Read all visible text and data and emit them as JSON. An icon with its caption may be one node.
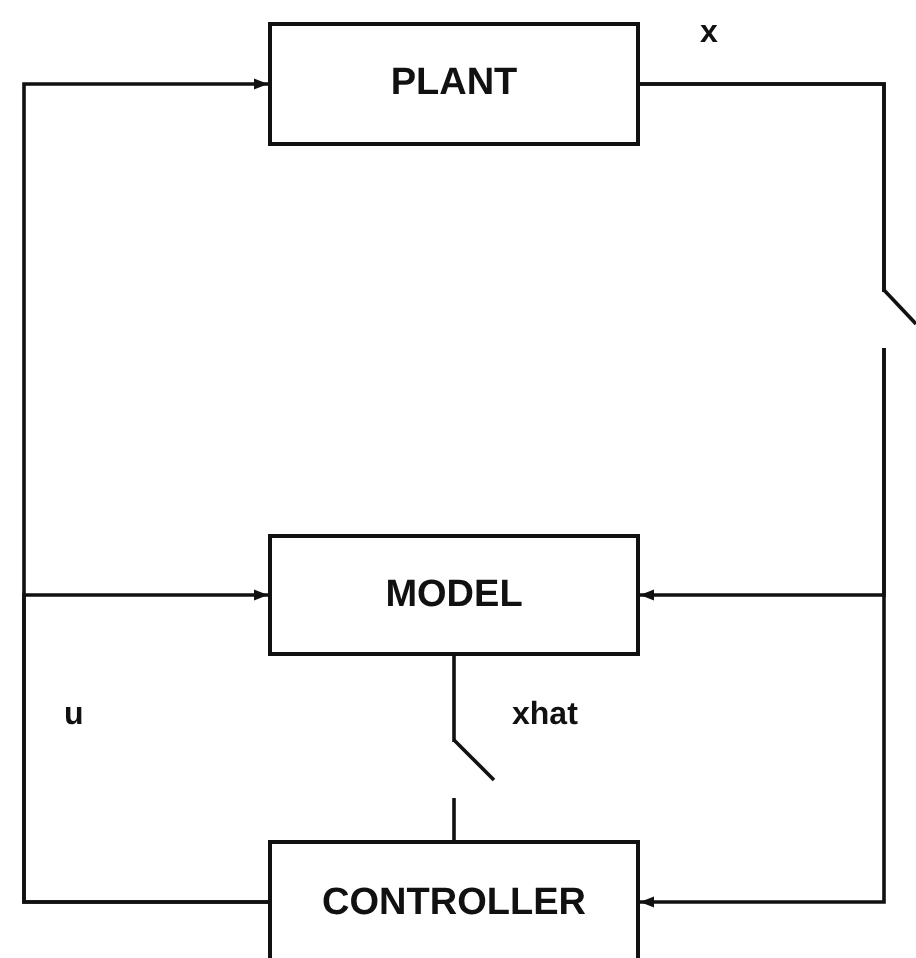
{
  "diagram": {
    "nodes": [
      {
        "text": [
          "PLANT"
        ]
      },
      {
        "text": [
          "MODEL"
        ]
      },
      {
        "text": [
          "CONTROLLER"
        ]
      }
    ],
    "edges": [
      {
        "from": 2,
        "to": 0,
        "arrow": "to"
      },
      {
        "from": 2,
        "to": 1,
        "arrow": "to"
      },
      {
        "from": 0,
        "to": 1,
        "arrow": "to"
      },
      {
        "from": 0,
        "to": 2,
        "arrow": "to"
      },
      {
        "from": 1,
        "to": 2,
        "arrow": "none",
        "label": "xhat"
      }
    ],
    "labels": [
      "x",
      "u"
    ]
  }
}
